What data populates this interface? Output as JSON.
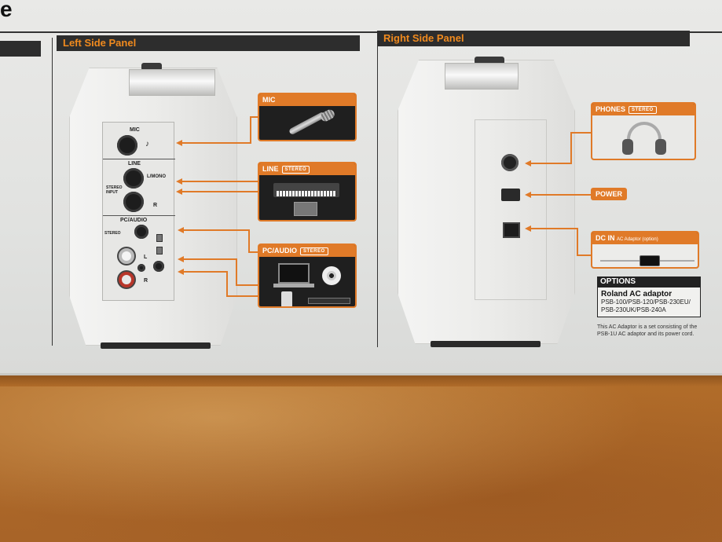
{
  "header": {
    "title_fragment": "e",
    "left_panel_title": "Left Side Panel",
    "right_panel_title": "Right Side Panel"
  },
  "left_panel": {
    "labels": {
      "mic": "MIC",
      "line": "LINE",
      "l_mono": "L/MONO",
      "stereo_input": "STEREO INPUT",
      "r": "R",
      "pc_audio": "PC/AUDIO",
      "stereo": "STEREO",
      "l": "L",
      "r2": "R"
    }
  },
  "callouts": {
    "mic": "MIC",
    "line": "LINE",
    "pc_audio": "PC/AUDIO",
    "phones": "PHONES",
    "power": "POWER",
    "dc_in": "DC IN",
    "dc_in_note": "AC Adaptor (option)",
    "stereo_badge": "STEREO"
  },
  "options": {
    "heading": "OPTIONS",
    "product": "Roland AC adaptor",
    "models_line1": "PSB-100/PSB-120/PSB-230EU/",
    "models_line2": "PSB-230UK/PSB-240A",
    "note": "This AC Adaptor is a set consisting of the PSB-1U AC adaptor and its power cord."
  },
  "colors": {
    "accent": "#e07a28",
    "header_bg": "#2d2d2d",
    "header_text": "#f08a1e",
    "box_bg": "#e5e6e4",
    "table": "#b5702a"
  },
  "icons": [
    "microphone-icon",
    "keyboard-icon",
    "sampler-icon",
    "laptop-icon",
    "disc-icon",
    "music-player-icon",
    "cd-player-icon",
    "headphones-icon",
    "ac-adaptor-icon"
  ]
}
